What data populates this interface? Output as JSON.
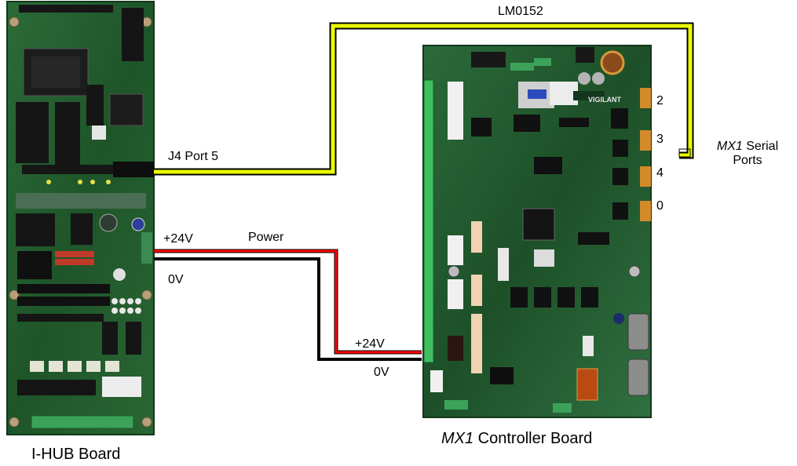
{
  "boards": {
    "ihub": {
      "caption": "I-HUB Board"
    },
    "mx1": {
      "caption_italic": "MX1",
      "caption_rest": " Controller Board",
      "brand": "VIGILANT"
    }
  },
  "cable": {
    "name": "LM0152",
    "start_label": "J4  Port 5"
  },
  "serial": {
    "port_numbers": [
      "2",
      "3",
      "4",
      "0"
    ],
    "label_italic": "MX1",
    "label_rest": " Serial",
    "label_line2": "Ports"
  },
  "power": {
    "title": "Power",
    "ihub_pos": "+24V",
    "ihub_neg": "0V",
    "mx1_pos": "+24V",
    "mx1_neg": "0V"
  },
  "colors": {
    "board_green": "#1f5a2c",
    "serial_cable": "#eaff00",
    "positive_wire": "#ff0000",
    "negative_wire": "#000000"
  }
}
